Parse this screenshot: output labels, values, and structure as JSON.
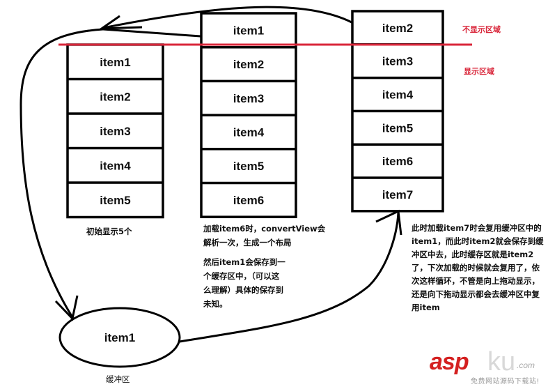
{
  "columns": [
    {
      "name": "initial",
      "items": [
        "item1",
        "item2",
        "item3",
        "item4",
        "item5"
      ],
      "caption": "初始显示5个"
    },
    {
      "name": "load-item6",
      "items": [
        "item1",
        "item2",
        "item3",
        "item4",
        "item5",
        "item6"
      ],
      "caption_lines": [
        "加载item6时，convertView会",
        "解析一次，生成一个布局"
      ],
      "caption2_lines": [
        "然后item1会保存到一",
        "个缓存区中，（可以这",
        "么理解）具体的保存到",
        "未知。"
      ]
    },
    {
      "name": "load-item7",
      "items": [
        "item2",
        "item3",
        "item4",
        "item5",
        "item6",
        "item7"
      ],
      "caption_lines": [
        "此时加载item7时会复用缓冲区中的",
        "item1，而此时item2就会保存到缓",
        "冲区中去，此时缓存区就是item2",
        "了，下次加载的时候就会复用了，依",
        "次这样循环，不管是向上拖动显示，",
        "还是向下拖动显示都会去缓冲区中复",
        "用item"
      ]
    }
  ],
  "regions": {
    "hidden_label": "不显示区域",
    "visible_label": "显示区域",
    "divider_color": "#d9263a"
  },
  "buffer": {
    "item": "item1",
    "label": "缓冲区"
  },
  "watermark": {
    "asp": "asp",
    "ku": "ku",
    "com": ".com",
    "subtitle": "免费网站源码下载站!"
  }
}
